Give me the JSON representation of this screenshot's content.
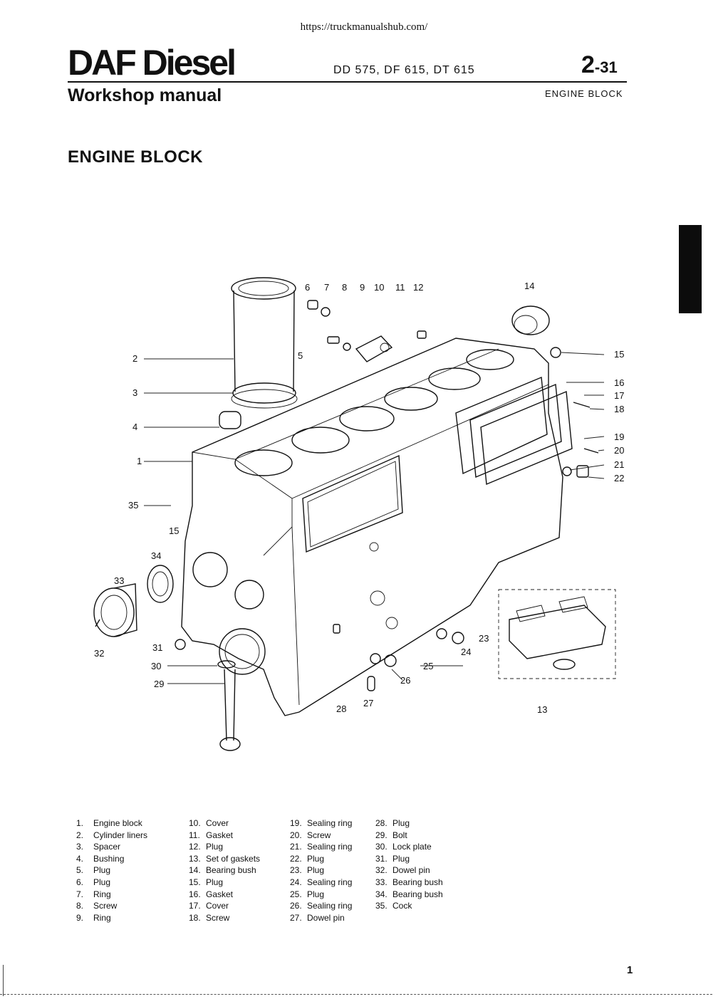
{
  "header": {
    "url": "https://truckmanualshub.com/",
    "brand": "DAF Diesel",
    "subtitle": "Workshop manual",
    "models": "DD 575, DF 615, DT 615",
    "page_code_main": "2",
    "page_code_suffix": "-31",
    "section": "ENGINE BLOCK"
  },
  "title": "ENGINE BLOCK",
  "diagram": {
    "callouts": [
      "1",
      "2",
      "3",
      "4",
      "5",
      "6",
      "7",
      "8",
      "9",
      "10",
      "11",
      "12",
      "13",
      "14",
      "15",
      "15",
      "16",
      "17",
      "18",
      "19",
      "20",
      "21",
      "22",
      "23",
      "24",
      "25",
      "26",
      "27",
      "28",
      "29",
      "30",
      "31",
      "32",
      "33",
      "34",
      "35"
    ]
  },
  "legend": {
    "columns": [
      [
        {
          "num": "1.",
          "label": "Engine block"
        },
        {
          "num": "2.",
          "label": "Cylinder liners"
        },
        {
          "num": "3.",
          "label": "Spacer"
        },
        {
          "num": "4.",
          "label": "Bushing"
        },
        {
          "num": "5.",
          "label": "Plug"
        },
        {
          "num": "6.",
          "label": "Plug"
        },
        {
          "num": "7.",
          "label": "Ring"
        },
        {
          "num": "8.",
          "label": "Screw"
        },
        {
          "num": "9.",
          "label": "Ring"
        }
      ],
      [
        {
          "num": "10.",
          "label": "Cover"
        },
        {
          "num": "11.",
          "label": "Gasket"
        },
        {
          "num": "12.",
          "label": "Plug"
        },
        {
          "num": "13.",
          "label": "Set of gaskets"
        },
        {
          "num": "14.",
          "label": "Bearing bush"
        },
        {
          "num": "15.",
          "label": "Plug"
        },
        {
          "num": "16.",
          "label": "Gasket"
        },
        {
          "num": "17.",
          "label": "Cover"
        },
        {
          "num": "18.",
          "label": "Screw"
        }
      ],
      [
        {
          "num": "19.",
          "label": "Sealing ring"
        },
        {
          "num": "20.",
          "label": "Screw"
        },
        {
          "num": "21.",
          "label": "Sealing ring"
        },
        {
          "num": "22.",
          "label": "Plug"
        },
        {
          "num": "23.",
          "label": "Plug"
        },
        {
          "num": "24.",
          "label": "Sealing ring"
        },
        {
          "num": "25.",
          "label": "Plug"
        },
        {
          "num": "26.",
          "label": "Sealing ring"
        },
        {
          "num": "27.",
          "label": "Dowel pin"
        }
      ],
      [
        {
          "num": "28.",
          "label": "Plug"
        },
        {
          "num": "29.",
          "label": "Bolt"
        },
        {
          "num": "30.",
          "label": "Lock plate"
        },
        {
          "num": "31.",
          "label": "Plug"
        },
        {
          "num": "32.",
          "label": "Dowel pin"
        },
        {
          "num": "33.",
          "label": "Bearing bush"
        },
        {
          "num": "34.",
          "label": "Bearing bush"
        },
        {
          "num": "35.",
          "label": "Cock"
        }
      ]
    ]
  },
  "page_number": "1"
}
